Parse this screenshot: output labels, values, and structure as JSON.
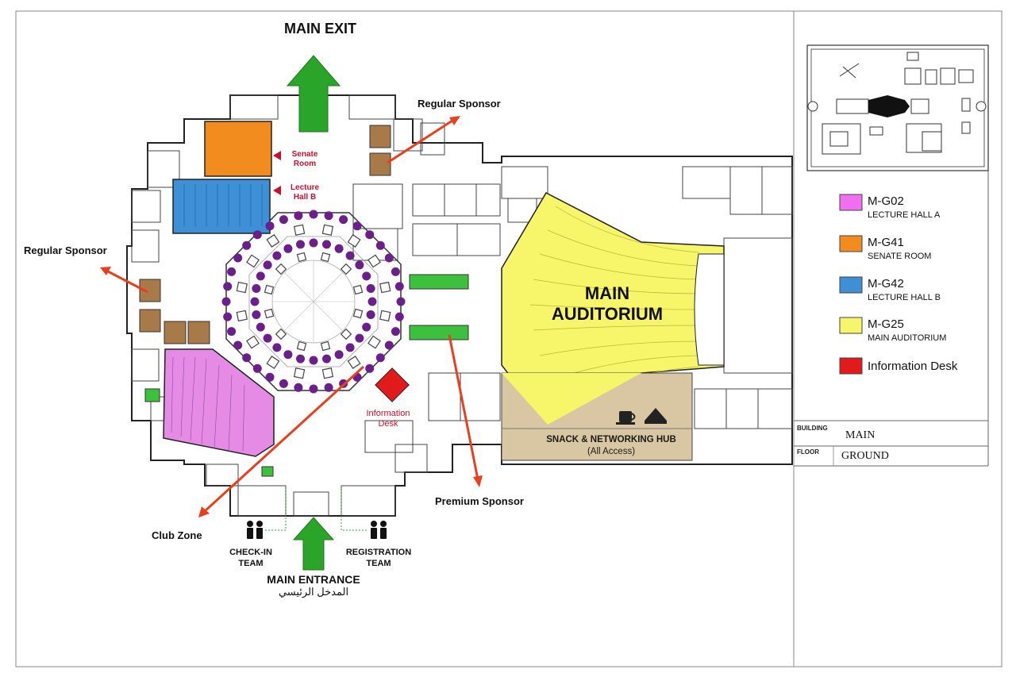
{
  "map": {
    "main_exit": "MAIN EXIT",
    "main_entrance": "MAIN ENTRANCE",
    "main_entrance_ar": "المدخل الرئيسي",
    "checkin_line1": "CHECK-IN",
    "checkin_line2": "TEAM",
    "registration_line1": "REGISTRATION",
    "registration_line2": "TEAM",
    "regular_sponsor_top": "Regular Sponsor",
    "regular_sponsor_left": "Regular Sponsor",
    "premium_sponsor": "Premium Sponsor",
    "club_zone": "Club Zone",
    "senate_room_line1": "Senate",
    "senate_room_line2": "Room",
    "lecture_hall_b_line1": "Lecture",
    "lecture_hall_b_line2": "Hall B",
    "info_desk_line1": "Information",
    "info_desk_line2": "Desk",
    "auditorium_line1": "MAIN",
    "auditorium_line2": "AUDITORIUM",
    "snack_line1": "SNACK & NETWORKING HUB",
    "snack_line2": "(All Access)"
  },
  "legend": [
    {
      "code": "M-G02",
      "name": "LECTURE HALL A",
      "color": "#f06ef0"
    },
    {
      "code": "M-G41",
      "name": "SENATE ROOM",
      "color": "#f28c1e"
    },
    {
      "code": "M-G42",
      "name": "LECTURE HALL B",
      "color": "#3d8fd6"
    },
    {
      "code": "M-G25",
      "name": "MAIN AUDITORIUM",
      "color": "#f7f56a"
    },
    {
      "code": "",
      "name": "Information Desk",
      "color": "#e11b1b"
    }
  ],
  "title_block": {
    "building_label": "BUILDING",
    "building_value": "MAIN",
    "floor_label": "FLOOR",
    "floor_value": "GROUND"
  },
  "colors": {
    "exit_arrow": "#2aa52a",
    "pointer_arrow": "#e8401e",
    "sponsor_booth": "#a87a4a",
    "premium_booth": "#3dc03d",
    "seat_purple": "#6a1f8a",
    "snack_hub": "#d9c6a3",
    "wall": "#222222"
  }
}
